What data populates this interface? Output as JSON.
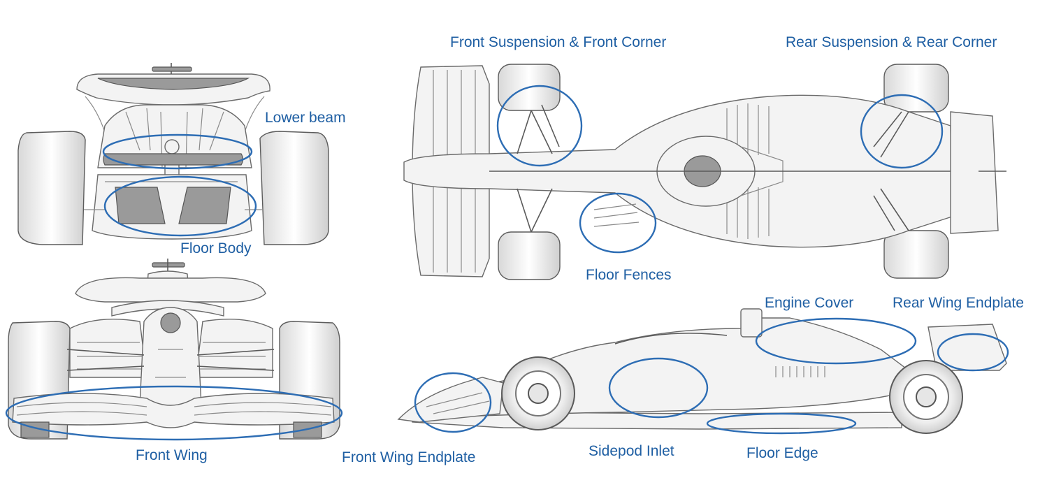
{
  "labels": {
    "lower_beam": "Lower beam",
    "floor_body": "Floor Body",
    "front_wing": "Front Wing",
    "front_suspension": "Front Suspension & Front Corner",
    "rear_suspension": "Rear Suspension & Rear Corner",
    "floor_fences": "Floor Fences",
    "engine_cover": "Engine Cover",
    "rear_wing_endplate": "Rear Wing Endplate",
    "front_wing_endplate": "Front Wing Endplate",
    "sidepod_inlet": "Sidepod Inlet",
    "floor_edge": "Floor Edge"
  },
  "colors": {
    "annotation": "#2d6db4",
    "label_text": "#1f5fa3",
    "line_art": "#6a6a6a",
    "background": "#ffffff"
  }
}
